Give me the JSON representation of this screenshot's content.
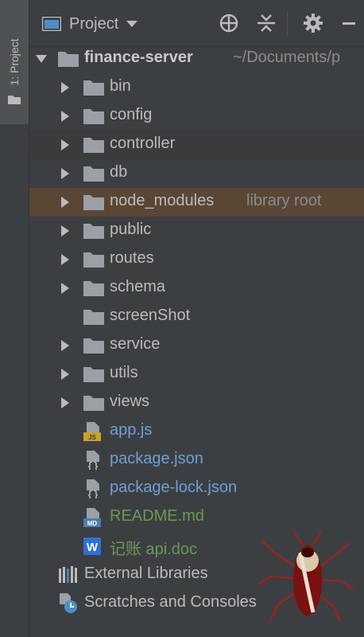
{
  "side": {
    "tab_label": "1: Project"
  },
  "header": {
    "title": "Project"
  },
  "tree": {
    "root": {
      "name": "finance-server",
      "path": "~/Documents/p"
    },
    "folders": [
      {
        "name": "bin"
      },
      {
        "name": "config"
      },
      {
        "name": "controller"
      },
      {
        "name": "db"
      },
      {
        "name": "node_modules",
        "note": "library root"
      },
      {
        "name": "public"
      },
      {
        "name": "routes"
      },
      {
        "name": "schema"
      },
      {
        "name": "screenShot"
      },
      {
        "name": "service"
      },
      {
        "name": "utils"
      },
      {
        "name": "views"
      }
    ],
    "files": [
      {
        "name": "app.js",
        "badge": "JS"
      },
      {
        "name": "package.json",
        "badge": "{}"
      },
      {
        "name": "package-lock.json",
        "badge": "{}"
      },
      {
        "name": "README.md",
        "badge": "MD"
      },
      {
        "name": "记账 api.doc",
        "badge": "W"
      }
    ],
    "external_libraries": "External Libraries",
    "scratches": "Scratches and Consoles"
  },
  "colors": {
    "background": "#3c3f41",
    "selected_row": "#5a4635",
    "blue_text": "#6f9fd6",
    "green_text": "#6a9955"
  }
}
